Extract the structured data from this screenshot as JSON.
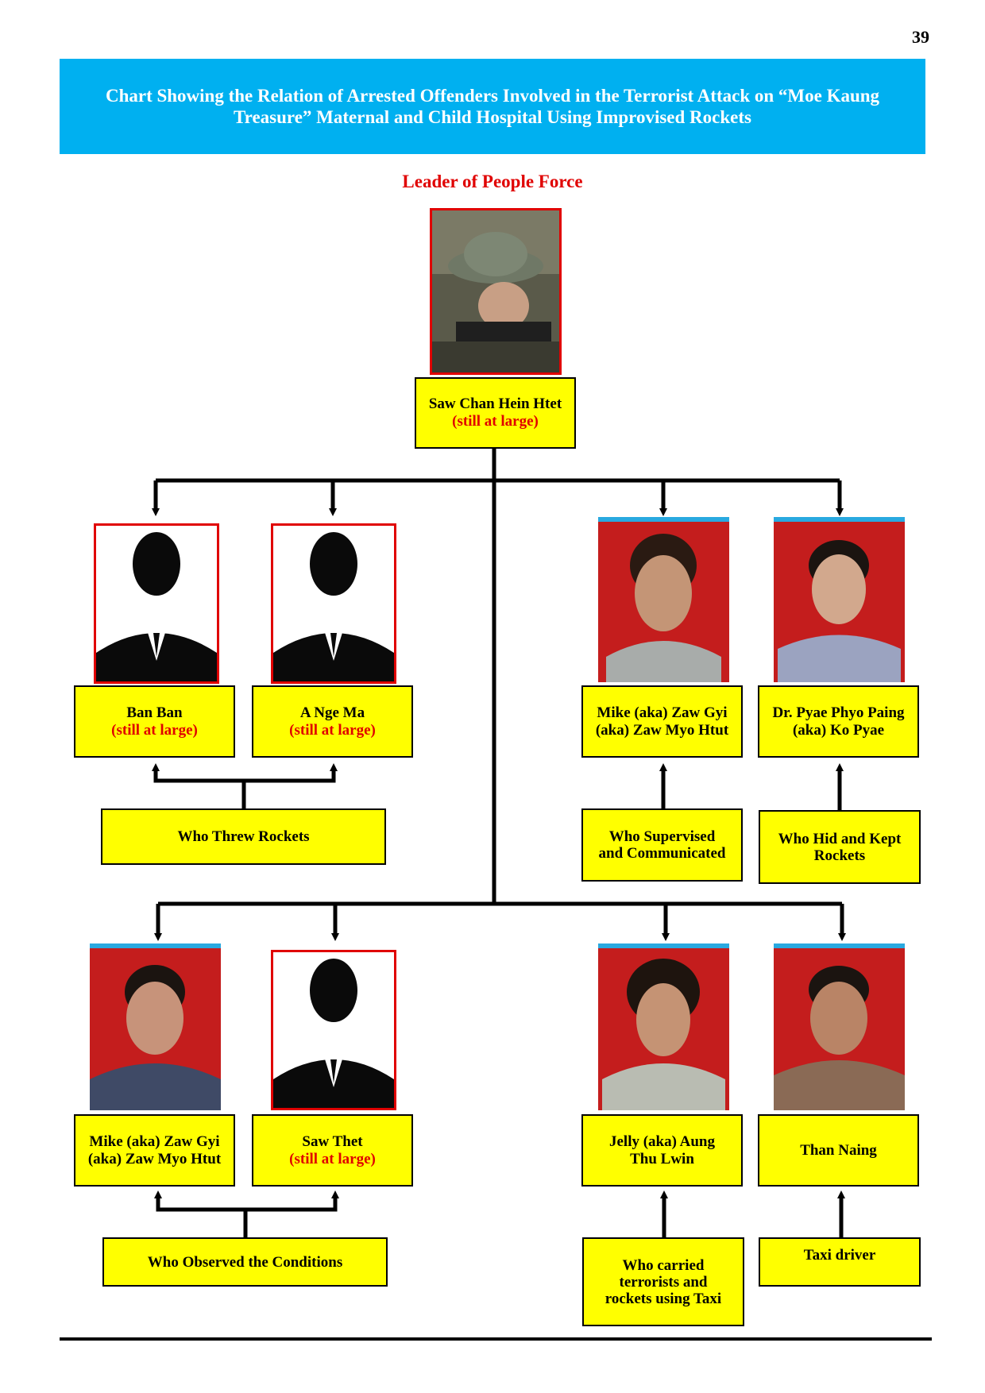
{
  "page_number": "39",
  "title": {
    "line1": "Chart Showing the Relation of Arrested Offenders Involved in the Terrorist Attack on “Moe Kaung",
    "line2": "Treasure” Maternal and Child Hospital Using Improvised Rockets"
  },
  "leader": {
    "heading": "Leader of People Force",
    "name": "Saw Chan Hein Htet",
    "status": "(still at large)"
  },
  "group1": {
    "members": [
      {
        "name": "Ban Ban",
        "status": "(still at large)"
      },
      {
        "name": "A Nge Ma",
        "status": "(still at large)"
      },
      {
        "name_line1": "Mike (aka) Zaw Gyi",
        "name_line2": "(aka) Zaw Myo Htut"
      },
      {
        "name_line1": "Dr. Pyae Phyo Paing",
        "name_line2": "(aka) Ko Pyae"
      }
    ],
    "roles": {
      "threw_rockets": "Who Threw Rockets",
      "supervised_line1": "Who Supervised",
      "supervised_line2": "and Communicated",
      "hid_kept_line1": "Who Hid and Kept",
      "hid_kept_line2": "Rockets"
    }
  },
  "group2": {
    "members": [
      {
        "name_line1": "Mike (aka) Zaw Gyi",
        "name_line2": "(aka) Zaw Myo Htut"
      },
      {
        "name": "Saw Thet",
        "status": "(still at large)"
      },
      {
        "name_line1": "Jelly (aka) Aung",
        "name_line2": "Thu Lwin"
      },
      {
        "name": "Than Naing"
      }
    ],
    "roles": {
      "observed": "Who Observed the Conditions",
      "carried_line1": "Who carried",
      "carried_line2": "terrorists and",
      "carried_line3": "rockets using Taxi",
      "taxi_driver": "Taxi driver"
    }
  },
  "colors": {
    "banner": "#00b0f0",
    "box_fill": "#ffff00",
    "status_text": "#e00000",
    "photo_frame_red": "#e00000",
    "photo_cap_blue": "#29a9e0"
  }
}
